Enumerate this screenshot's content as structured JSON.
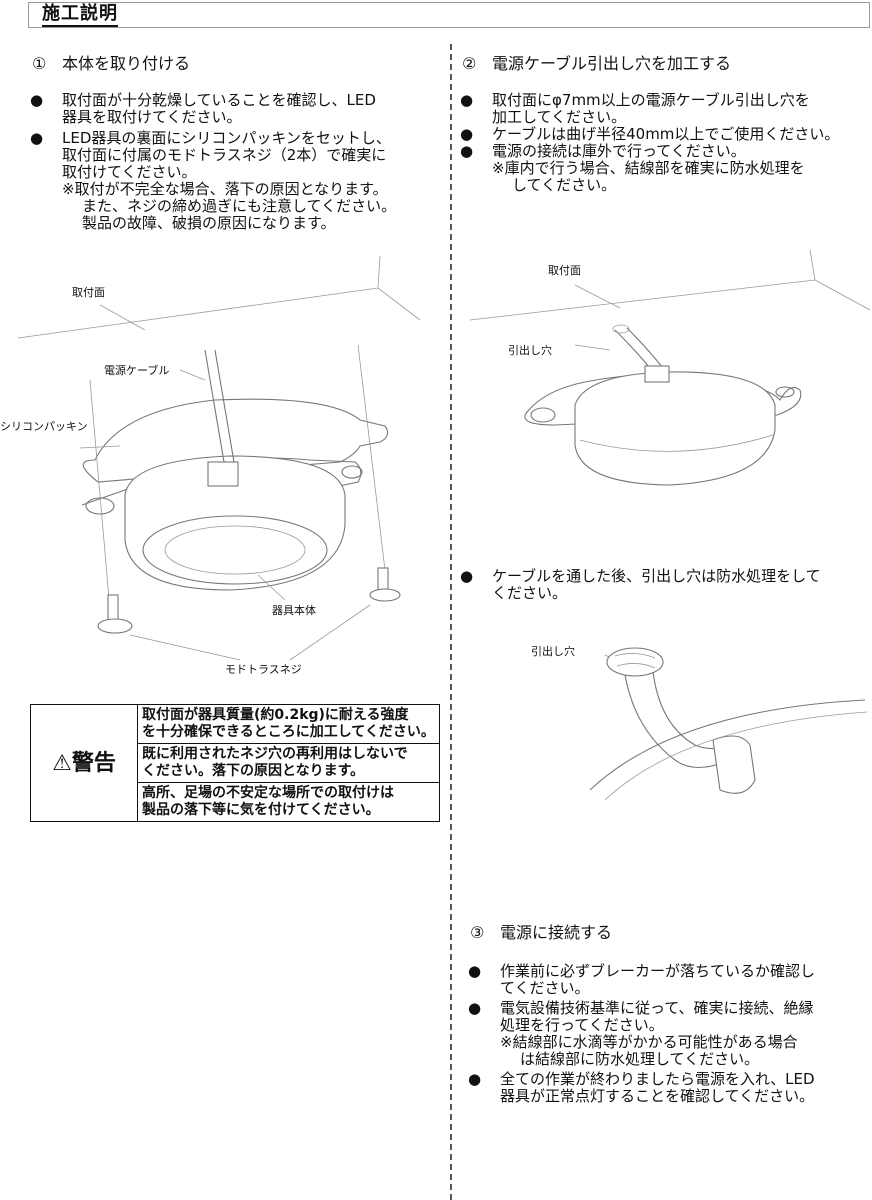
{
  "title": "施工説明",
  "step1": {
    "number": "①",
    "heading": "本体を取り付ける",
    "bullets": [
      {
        "lines": [
          "取付面が十分乾燥していることを確認し、LED",
          "器具を取付けてください。"
        ]
      },
      {
        "lines": [
          "LED器具の裏面にシリコンパッキンをセットし、",
          "取付面に付属のモドトラスネジ（2本）で確実に",
          "取付けてください。"
        ],
        "notes": [
          "※取付が不完全な場合、落下の原因となります。",
          "また、ネジの締め過ぎにも注意してください。",
          "製品の故障、破損の原因になります。"
        ]
      }
    ],
    "labels": {
      "mount_surface": "取付面",
      "power_cable": "電源ケーブル",
      "silicone_packing": "シリコンパッキン",
      "fixture_body": "器具本体",
      "screw": "モドトラスネジ"
    }
  },
  "warning": {
    "label": "警告",
    "rows": [
      [
        "取付面が器具質量(約0.2kg)に耐える強度",
        "を十分確保できるところに加工してください。"
      ],
      [
        "既に利用されたネジ穴の再利用はしないで",
        "ください。落下の原因となります。"
      ],
      [
        "高所、足場の不安定な場所での取付けは",
        "製品の落下等に気を付けてください。"
      ]
    ]
  },
  "step2": {
    "number": "②",
    "heading": "電源ケーブル引出し穴を加工する",
    "bullets": [
      [
        "取付面にφ7mm以上の電源ケーブル引出し穴を",
        "加工してください。"
      ],
      [
        "ケーブルは曲げ半径40mm以上でご使用ください。"
      ],
      [
        "電源の接続は庫外で行ってください。"
      ]
    ],
    "notes": [
      "※庫内で行う場合、結線部を確実に防水処理を",
      "してください。"
    ],
    "labels": {
      "mount_surface": "取付面",
      "hole": "引出し穴"
    },
    "bullet_after": [
      "ケーブルを通した後、引出し穴は防水処理をして",
      "ください。"
    ],
    "label_hole2": "引出し穴"
  },
  "step3": {
    "number": "③",
    "heading": "電源に接続する",
    "bullets": [
      {
        "lines": [
          "作業前に必ずブレーカーが落ちているか確認し",
          "てください。"
        ]
      },
      {
        "lines": [
          "電気設備技術基準に従って、確実に接続、絶縁",
          "処理を行ってください。"
        ],
        "notes": [
          "※結線部に水滴等がかかる可能性がある場合",
          "は結線部に防水処理してください。"
        ]
      },
      {
        "lines": [
          "全ての作業が終わりましたら電源を入れ、LED",
          "器具が正常点灯することを確認してください。"
        ]
      }
    ]
  },
  "icons": {
    "bullet": "●",
    "warning": "⚠"
  }
}
